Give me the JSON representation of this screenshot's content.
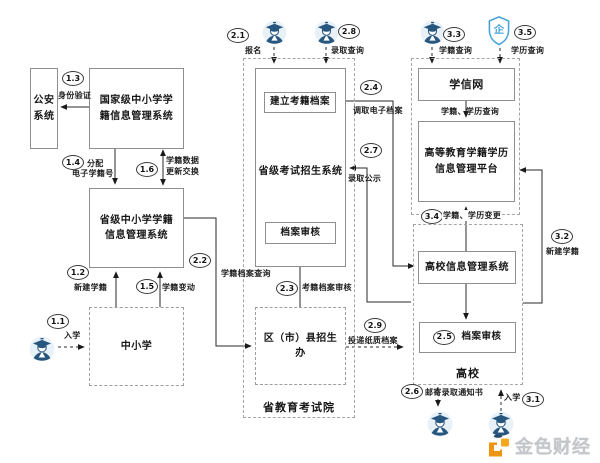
{
  "diagram": {
    "nodes": {
      "police": "公安系统",
      "national_k12_system": "国家级中小学学籍信息管理系统",
      "provincial_k12_system": "省级中小学学籍信息管理系统",
      "primary_secondary_school": "中小学",
      "provincial_exam_admission_system": "省级考试招生系统",
      "create_exam_archive": "建立考籍档案",
      "exam_archive_review": "档案审核",
      "county_admission_office": "区（市）县招生办",
      "provincial_education_exam_institute": "省教育考试院",
      "chsi": "学信网",
      "higher_ed_platform": "高等教育学籍学历信息管理平台",
      "university_info_system": "高校信息管理系统",
      "university_archive_review": "档案审核",
      "university": "高校"
    },
    "steps": {
      "s1_1": {
        "no": "1.1",
        "label": "入学"
      },
      "s1_2": {
        "no": "1.2",
        "label": "新建学籍"
      },
      "s1_3": {
        "no": "1.3",
        "label": "身份验证"
      },
      "s1_4": {
        "no": "1.4",
        "label": "分配",
        "label2": "电子学籍号"
      },
      "s1_5": {
        "no": "1.5",
        "label": "学籍变动"
      },
      "s1_6": {
        "no": "1.6",
        "label": "学籍数据",
        "label2": "更新交换"
      },
      "s2_1": {
        "no": "2.1",
        "label": "报名"
      },
      "s2_2": {
        "no": "2.2",
        "label": "学籍档案查询"
      },
      "s2_3": {
        "no": "2.3",
        "label": "考籍档案审核"
      },
      "s2_4": {
        "no": "2.4",
        "label": "调取电子档案"
      },
      "s2_5": {
        "no": "2.5",
        "label": "档案审核"
      },
      "s2_6": {
        "no": "2.6",
        "label": "邮寄录取通知书"
      },
      "s2_7": {
        "no": "2.7",
        "label": "录取公示"
      },
      "s2_8": {
        "no": "2.8",
        "label": "录取查询"
      },
      "s2_9": {
        "no": "2.9",
        "label": "投递纸质档案"
      },
      "s3_1": {
        "no": "3.1",
        "label": "入学"
      },
      "s3_2": {
        "no": "3.2",
        "label": "新建学籍"
      },
      "s3_3": {
        "no": "3.3",
        "label": "学籍查询"
      },
      "s3_4": {
        "no": "3.4",
        "label": "学籍、学历变更"
      },
      "s3_5": {
        "no": "3.5",
        "label": "学历查询"
      }
    },
    "plain_labels": {
      "chsi_query": "学籍、学历查询"
    },
    "icons": {
      "student_icon": "graduate-cap-person",
      "enterprise_icon": "shield-企"
    },
    "watermark": {
      "brand": "金色财经"
    },
    "colors": {
      "line": "#1f1f1f",
      "student_icon_navy": "#27567e",
      "student_icon_bg": "#e9f1f8",
      "enterprise_blue": "#4aa4d9",
      "watermark_orange": "#f0980f",
      "watermark_gray": "#c3c6ca"
    }
  }
}
